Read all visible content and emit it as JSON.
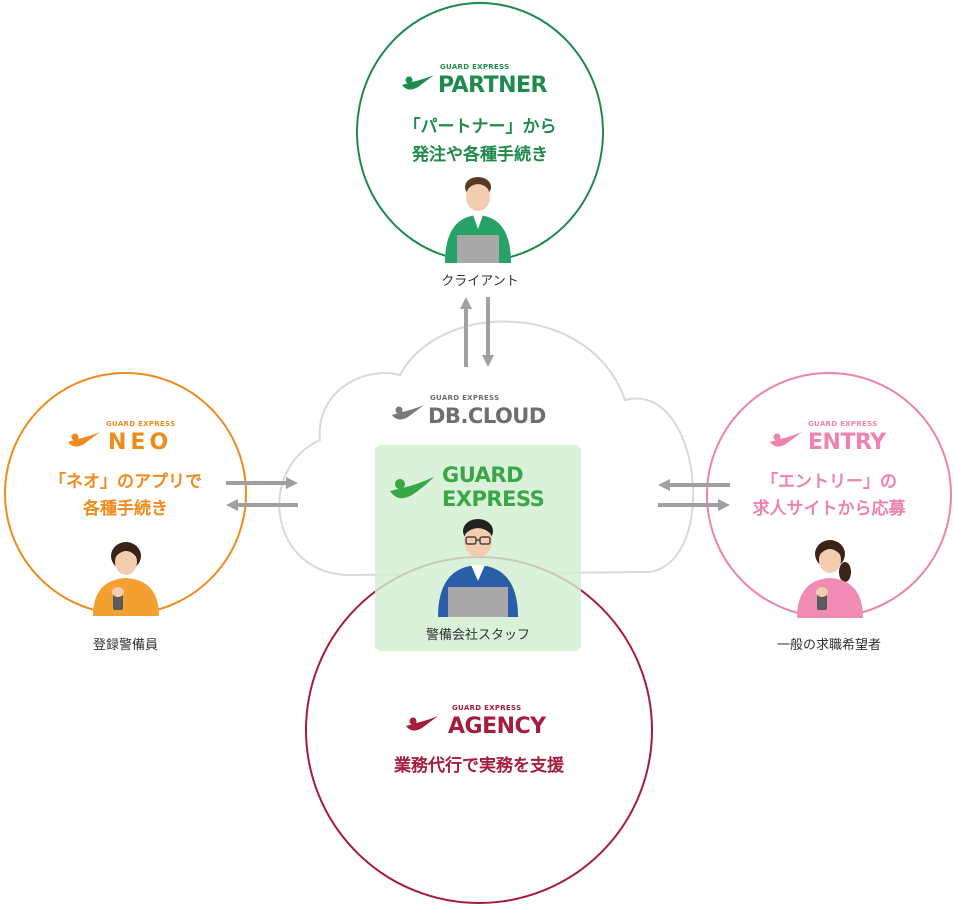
{
  "partner": {
    "logo_sub": "GUARD EXPRESS",
    "logo_main": "PARTNER",
    "line1": "「パートナー」から",
    "line2": "発注や各種手続き",
    "caption": "クライアント",
    "color": "#1e8a4c"
  },
  "cloud": {
    "logo_sub": "GUARD EXPRESS",
    "logo_main": "DB.CLOUD",
    "color": "#6e6e6e"
  },
  "guard": {
    "logo_line1": "GUARD",
    "logo_line2": "EXPRESS",
    "caption": "警備会社スタッフ",
    "color": "#3aa648"
  },
  "neo": {
    "logo_sub": "GUARD EXPRESS",
    "logo_main": "NEO",
    "line1": "「ネオ」のアプリで",
    "line2": "各種手続き",
    "caption": "登録警備員",
    "color": "#ef8b1c"
  },
  "entry": {
    "logo_sub": "GUARD EXPRESS",
    "logo_main": "ENTRY",
    "line1": "「エントリー」の",
    "line2": "求人サイトから応募",
    "caption": "一般の求職希望者",
    "color": "#ee82b0"
  },
  "agency": {
    "logo_sub": "GUARD EXPRESS",
    "logo_main": "AGENCY",
    "line1": "業務代行で実務を支援",
    "color": "#a51c3c"
  }
}
